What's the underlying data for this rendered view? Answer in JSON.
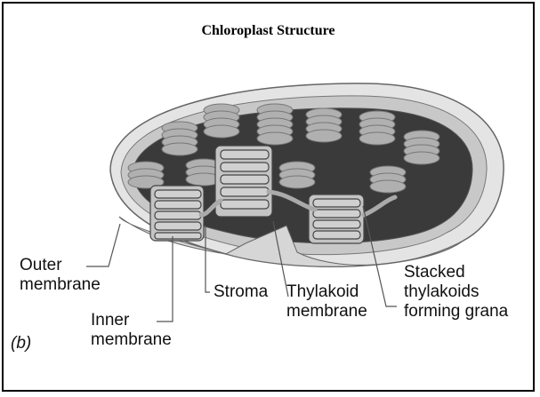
{
  "title": "Chloroplast Structure",
  "panel_label": "(b)",
  "labels": {
    "outer_membrane": [
      "Outer",
      "membrane"
    ],
    "inner_membrane": [
      "Inner",
      "membrane"
    ],
    "stroma": "Stroma",
    "thylakoid_membrane": [
      "Thylakoid",
      "membrane"
    ],
    "grana": [
      "Stacked",
      "thylakoids",
      "forming grana"
    ]
  },
  "colors": {
    "outer_membrane": "#e6e6e6",
    "inner_membrane": "#c4c4c4",
    "stroma": "#3a3a3a",
    "thylakoid": "#bdbdbd",
    "leader_line": "#555555"
  }
}
